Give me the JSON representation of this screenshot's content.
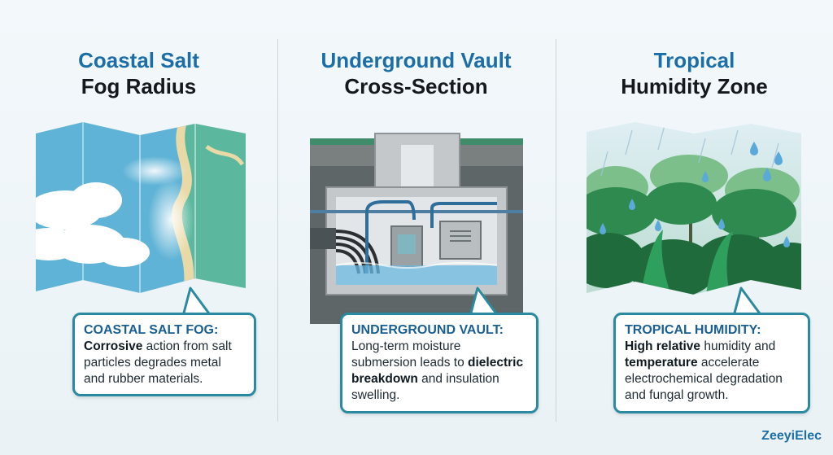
{
  "panels": [
    {
      "title_line1": "Coastal Salt",
      "title_line2": "Fog Radius",
      "callout_heading": "COASTAL SALT FOG:",
      "callout_segments": [
        {
          "text": "Corrosive",
          "bold": true
        },
        {
          "text": " action from salt particles degrades metal and rubber materials.",
          "bold": false
        }
      ]
    },
    {
      "title_line1": "Underground Vault",
      "title_line2": "Cross-Section",
      "callout_heading": "UNDERGROUND VAULT:",
      "callout_segments": [
        {
          "text": "Long-term moisture submersion leads to ",
          "bold": false
        },
        {
          "text": "dielectric breakdown",
          "bold": true
        },
        {
          "text": " and insulation swelling.",
          "bold": false
        }
      ]
    },
    {
      "title_line1": "Tropical",
      "title_line2": "Humidity Zone",
      "callout_heading": "TROPICAL HUMIDITY:",
      "callout_segments": [
        {
          "text": "High relative",
          "bold": true
        },
        {
          "text": " humidity and ",
          "bold": false
        },
        {
          "text": "temperature",
          "bold": true
        },
        {
          "text": " accelerate electrochemical degradation and fungal growth.",
          "bold": false
        }
      ]
    }
  ],
  "brand": "ZeeyiElec",
  "colors": {
    "title_accent": "#1c6fa6",
    "callout_border": "#2a8aa0",
    "sea": "#5fb3d6",
    "land": "#5bb89e",
    "water": "#69b8e0",
    "forest": "#2e8a4e"
  },
  "icons": [
    "salt-fog-map-icon",
    "vault-cross-section-icon",
    "rainforest-map-icon"
  ]
}
